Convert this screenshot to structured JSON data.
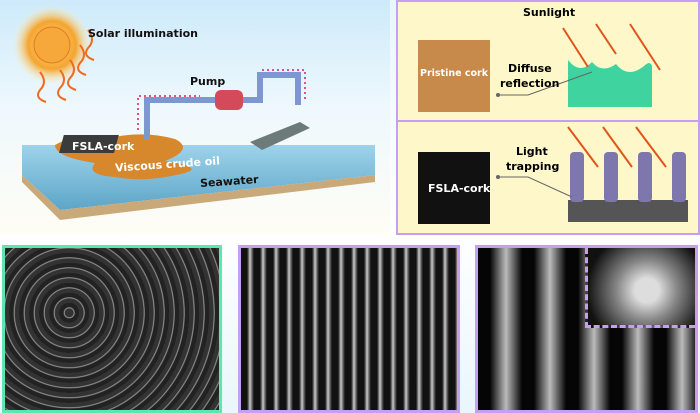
{
  "scene": {
    "labels": {
      "solar": "Solar illumination",
      "pump": "Pump",
      "fsla_cork": "FSLA-cork",
      "crude_oil": "Viscous crude oil",
      "seawater": "Seawater"
    }
  },
  "mechanism": {
    "top": {
      "sunlight": "Sunlight",
      "sample": "Pristine cork",
      "effect_line1": "Diffuse",
      "effect_line2": "reflection",
      "surface_color": "#3fd3a0"
    },
    "bottom": {
      "sample": "FSLA-cork",
      "effect_line1": "Light",
      "effect_line2": "trapping",
      "pillar_color": "#7e77ad"
    },
    "border_color": "#c79ff0",
    "background": "#fdf7c9"
  },
  "sem_panels": [
    {
      "id": "pristine-sem",
      "border_color": "#5ee6b0"
    },
    {
      "id": "fsla-sem-low",
      "border_color": "#c79ff0"
    },
    {
      "id": "fsla-sem-high",
      "border_color": "#c79ff0",
      "inset": true
    }
  ]
}
